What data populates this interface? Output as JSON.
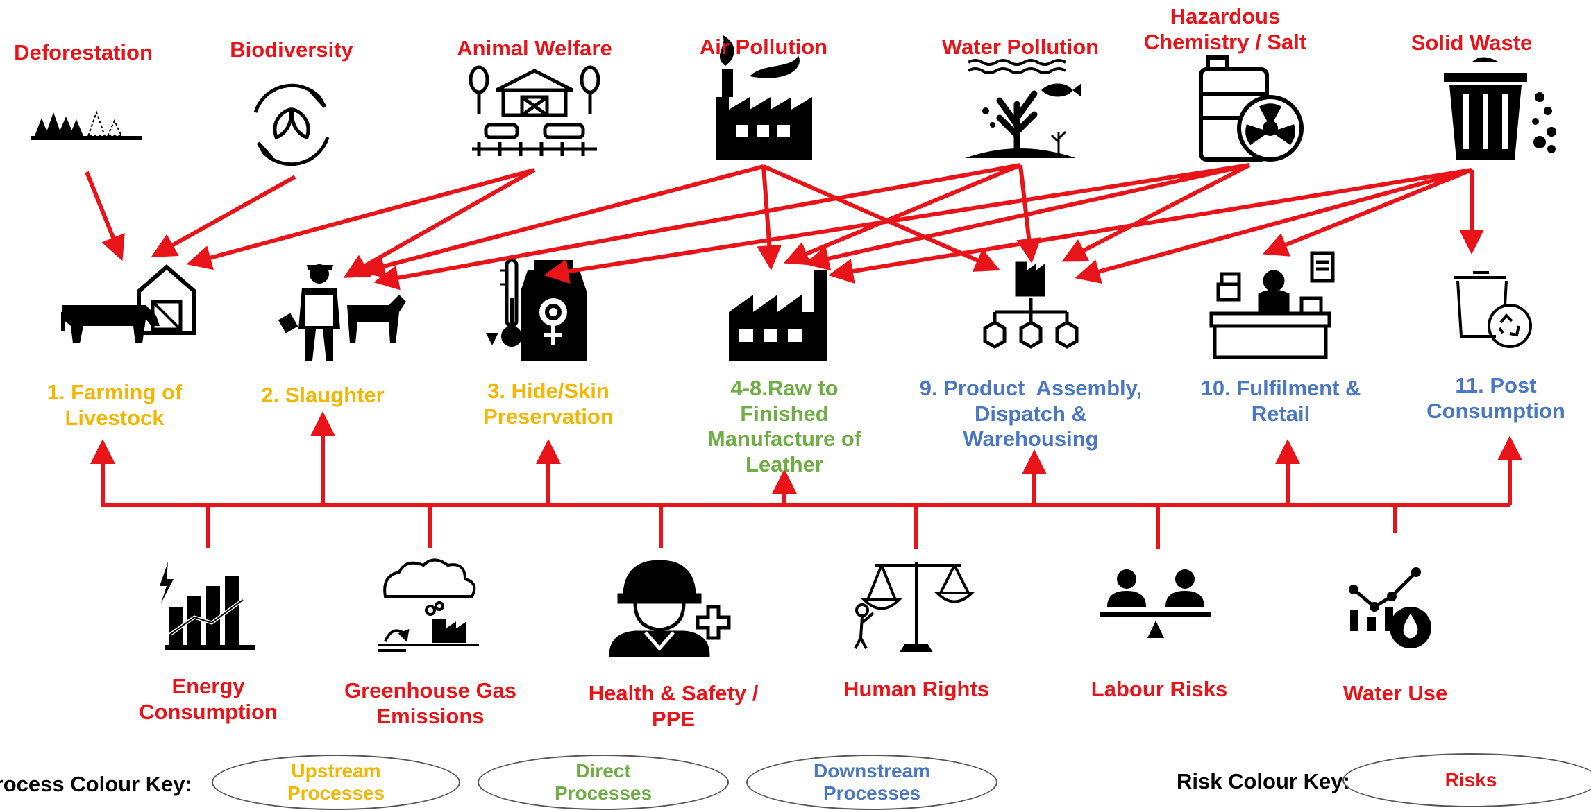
{
  "risks_top": [
    {
      "id": "deforestation",
      "label": "Deforestation",
      "icon": "forest-icon"
    },
    {
      "id": "biodiversity",
      "label": "Biodiversity",
      "icon": "leaves-cycle-icon"
    },
    {
      "id": "animal-welfare",
      "label": "Animal Welfare",
      "icon": "farm-animals-icon"
    },
    {
      "id": "air-pollution",
      "label": "Air Pollution",
      "icon": "smoking-factory-icon"
    },
    {
      "id": "water-pollution",
      "label": "Water Pollution",
      "icon": "underwater-plant-fish-icon"
    },
    {
      "id": "hazardous-chemistry",
      "label": "Hazardous\nChemistry / Salt",
      "icon": "chemical-drum-icon"
    },
    {
      "id": "solid-waste",
      "label": "Solid Waste",
      "icon": "trash-bin-icon"
    }
  ],
  "processes": [
    {
      "id": "farming",
      "label": "1. Farming of\nLivestock",
      "category": "upstream",
      "icon": "cow-barn-icon"
    },
    {
      "id": "slaughter",
      "label": "2. Slaughter",
      "category": "upstream",
      "icon": "butcher-cow-icon"
    },
    {
      "id": "preservation",
      "label": "3. Hide/Skin\nPreservation",
      "category": "upstream",
      "icon": "thermometer-salt-icon"
    },
    {
      "id": "manufacture",
      "label": "4-8.Raw to\nFinished\nManufacture of\nLeather",
      "category": "direct",
      "icon": "factory-icon"
    },
    {
      "id": "assembly",
      "label": "9. Product  Assembly,\nDispatch &\nWarehousing",
      "category": "downstream",
      "icon": "distribution-network-icon"
    },
    {
      "id": "retail",
      "label": "10. Fulfilment &\nRetail",
      "category": "downstream",
      "icon": "cashier-counter-icon"
    },
    {
      "id": "post",
      "label": "11. Post\nConsumption",
      "category": "downstream",
      "icon": "recycling-bin-icon"
    }
  ],
  "risks_bottom": [
    {
      "id": "energy",
      "label": "Energy\nConsumption",
      "icon": "energy-chart-icon"
    },
    {
      "id": "ghg",
      "label": "Greenhouse Gas\nEmissions",
      "icon": "factory-cloud-icon"
    },
    {
      "id": "health",
      "label": "Health & Safety /\nPPE",
      "icon": "hardhat-worker-icon"
    },
    {
      "id": "human-rights",
      "label": "Human Rights",
      "icon": "justice-scales-icon"
    },
    {
      "id": "labour",
      "label": "Labour Risks",
      "icon": "balance-people-icon"
    },
    {
      "id": "water-use",
      "label": "Water Use",
      "icon": "water-drop-chart-icon"
    }
  ],
  "links": [
    [
      "deforestation",
      "farming"
    ],
    [
      "biodiversity",
      "farming"
    ],
    [
      "animal-welfare",
      "farming"
    ],
    [
      "animal-welfare",
      "slaughter"
    ],
    [
      "air-pollution",
      "slaughter"
    ],
    [
      "air-pollution",
      "manufacture"
    ],
    [
      "air-pollution",
      "assembly"
    ],
    [
      "water-pollution",
      "slaughter"
    ],
    [
      "water-pollution",
      "manufacture"
    ],
    [
      "water-pollution",
      "assembly"
    ],
    [
      "hazardous-chemistry",
      "preservation"
    ],
    [
      "hazardous-chemistry",
      "manufacture"
    ],
    [
      "hazardous-chemistry",
      "assembly"
    ],
    [
      "solid-waste",
      "manufacture"
    ],
    [
      "solid-waste",
      "assembly"
    ],
    [
      "solid-waste",
      "retail"
    ],
    [
      "solid-waste",
      "post"
    ]
  ],
  "key": {
    "process_label": "Process Colour Key:",
    "upstream": "Upstream\nProcesses",
    "direct": "Direct\nProcesses",
    "downstream": "Downstream\nProcesses",
    "risk_label": "Risk Colour Key:",
    "risks": "Risks"
  },
  "colors": {
    "risk": "#e8141a",
    "upstream": "#f2b705",
    "direct": "#6fae45",
    "downstream": "#4a78c2",
    "arrow": "#e8141a"
  }
}
